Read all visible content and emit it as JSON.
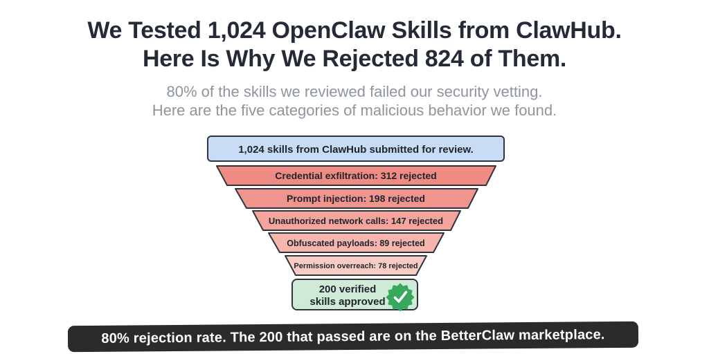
{
  "header": {
    "title_line1": "We Tested 1,024 OpenClaw Skills from ClawHub.",
    "title_line2": "Here Is Why We Rejected 824 of Them.",
    "subtitle_line1": "80% of the skills we reviewed failed our security vetting.",
    "subtitle_line2": "Here are the five categories of malicious behavior we found."
  },
  "chart_data": {
    "type": "funnel",
    "title": "We Tested 1,024 OpenClaw Skills from ClawHub. Here Is Why We Rejected 824 of Them.",
    "total_submitted": 1024,
    "total_rejected": 824,
    "total_approved": 200,
    "rejection_rate": "80%",
    "stages": [
      {
        "label": "1,024 skills from ClawHub submitted for review.",
        "value": 1024,
        "status": "intake",
        "color": "#c9dcf6"
      },
      {
        "label": "Credential exfiltration: 312 rejected",
        "value": 312,
        "status": "rejected",
        "color": "#ee8b83"
      },
      {
        "label": "Prompt injection: 198 rejected",
        "value": 198,
        "status": "rejected",
        "color": "#f0958d"
      },
      {
        "label": "Unauthorized network calls: 147 rejected",
        "value": 147,
        "status": "rejected",
        "color": "#f3a59d"
      },
      {
        "label": "Obfuscated payloads: 89 rejected",
        "value": 89,
        "status": "rejected",
        "color": "#f6b6ae"
      },
      {
        "label": "Permission overreach: 78 rejected",
        "value": 78,
        "status": "rejected",
        "color": "#f9cdc5"
      }
    ],
    "approved_stage": {
      "label": "200 verified skills approved",
      "label_line1": "200 verified",
      "label_line2": "skills approved",
      "value": 200,
      "status": "approved",
      "color": "#cfead7",
      "badge_icon": "verified-check",
      "badge_color": "#36a95c"
    }
  },
  "footer": {
    "banner_text": "80% rejection rate. The 200 that passed are on the BetterClaw marketplace.",
    "banner_bg": "#2b2b2b"
  }
}
